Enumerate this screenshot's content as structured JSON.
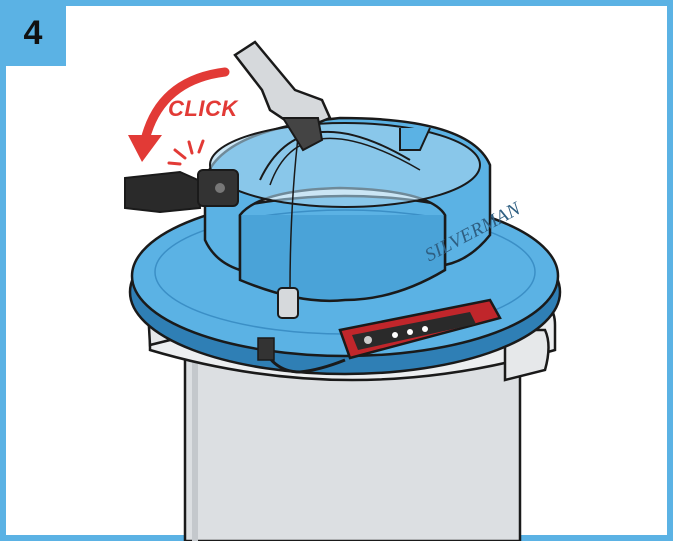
{
  "step": {
    "number": "4"
  },
  "annotation": {
    "click_label": "CLICK"
  },
  "product": {
    "brand_label": "SILVERMAN"
  },
  "colors": {
    "frame_blue": "#5bb2e4",
    "lid_blue": "#5bb2e4",
    "arrow_red": "#e23a36",
    "bucket_gray": "#dcdfe2",
    "panel_red": "#c0262b",
    "outline": "#1a1a1a"
  },
  "icons": [
    "curved-arrow-icon",
    "click-burst-icon"
  ]
}
